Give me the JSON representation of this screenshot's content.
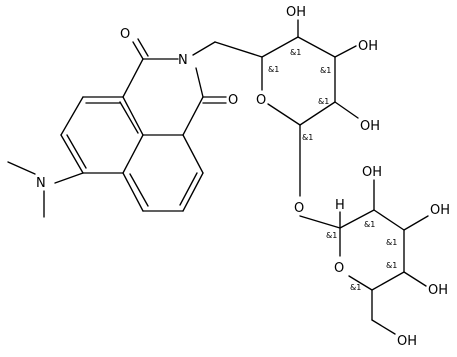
{
  "molecule": {
    "atoms": {
      "o_imide_top": "O",
      "n_imide": "N",
      "o_imide_bottom": "O",
      "n_dimethyl": "N",
      "o_ring1": "O",
      "oh_a": "OH",
      "oh_b": "OH",
      "oh_c": "OH",
      "o_glyco": "O",
      "o_ring2": "O",
      "oh_d": "OH",
      "oh_e": "OH",
      "oh_f": "OH",
      "oh_g": "OH",
      "h_anomeric": "H"
    },
    "stereo_label": "&1"
  }
}
